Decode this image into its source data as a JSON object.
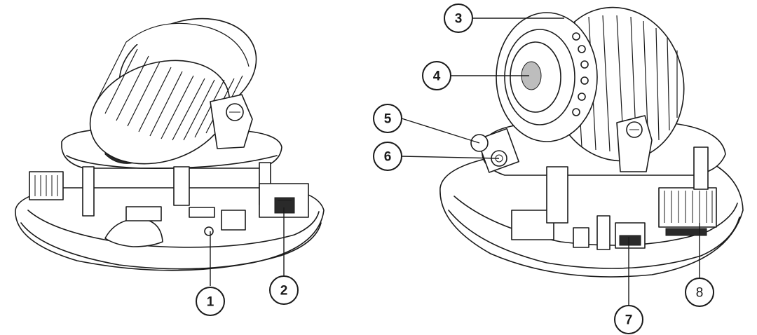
{
  "callouts": [
    {
      "id": "1",
      "label": "1"
    },
    {
      "id": "2",
      "label": "2"
    },
    {
      "id": "3",
      "label": "3"
    },
    {
      "id": "4",
      "label": "4"
    },
    {
      "id": "5",
      "label": "5"
    },
    {
      "id": "6",
      "label": "6"
    },
    {
      "id": "7",
      "label": "7"
    },
    {
      "id": "8",
      "label": "8"
    }
  ],
  "colors": {
    "ink": "#1a1a1a",
    "background": "#ffffff"
  }
}
